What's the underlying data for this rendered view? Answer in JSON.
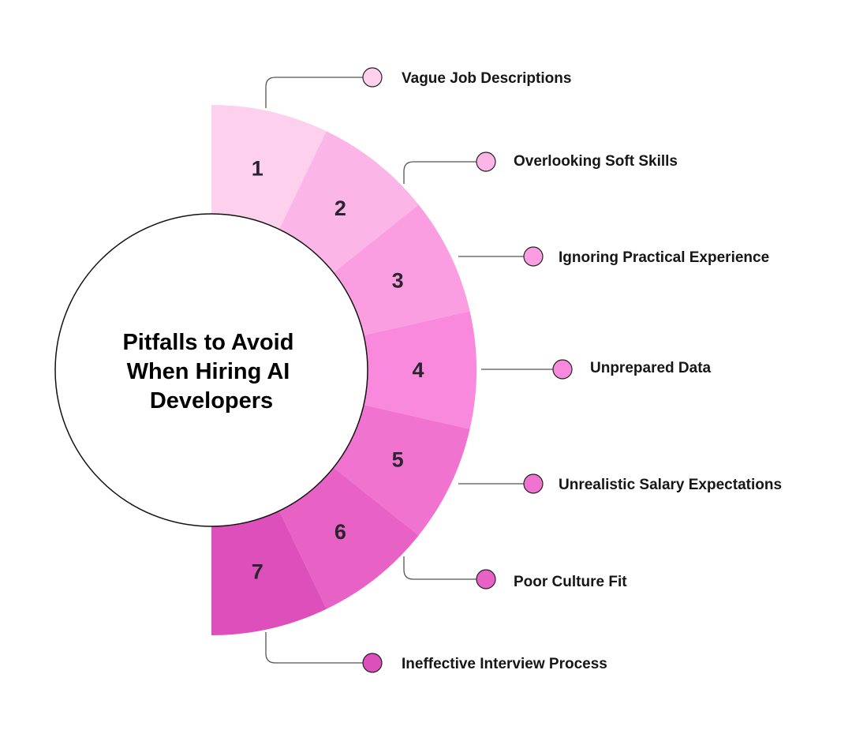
{
  "center": {
    "title_lines": [
      "Pitfalls to Avoid",
      "When Hiring AI",
      "Developers"
    ]
  },
  "items": [
    {
      "number": "1",
      "label": "Vague Job Descriptions",
      "color": "#fdd0ee"
    },
    {
      "number": "2",
      "label": "Overlooking Soft Skills",
      "color": "#fcb5e7"
    },
    {
      "number": "3",
      "label": "Ignoring Practical Experience",
      "color": "#fb9ee1"
    },
    {
      "number": "4",
      "label": "Unprepared Data",
      "color": "#f889dc"
    },
    {
      "number": "5",
      "label": "Unrealistic Salary Expectations",
      "color": "#f073d0"
    },
    {
      "number": "6",
      "label": "Poor Culture Fit",
      "color": "#e862c6"
    },
    {
      "number": "7",
      "label": "Ineffective Interview Process",
      "color": "#dd4fba"
    }
  ]
}
